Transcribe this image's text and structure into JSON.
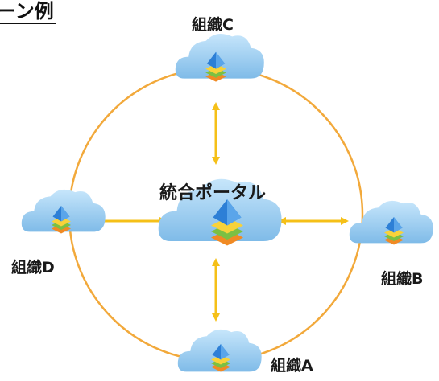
{
  "title": "ーン例",
  "center_label": "統合ポータル",
  "nodes": {
    "c": "組織C",
    "d": "組織D",
    "b": "組織B",
    "a": "組織A"
  },
  "colors": {
    "ring": "#f2a93b",
    "arrow": "#f5c018",
    "cloud": "#8cc9ee",
    "portal_blue": "#2d7fd6",
    "layer_yellow": "#f8d23a",
    "layer_green": "#7bc043",
    "layer_orange": "#f08a24"
  }
}
